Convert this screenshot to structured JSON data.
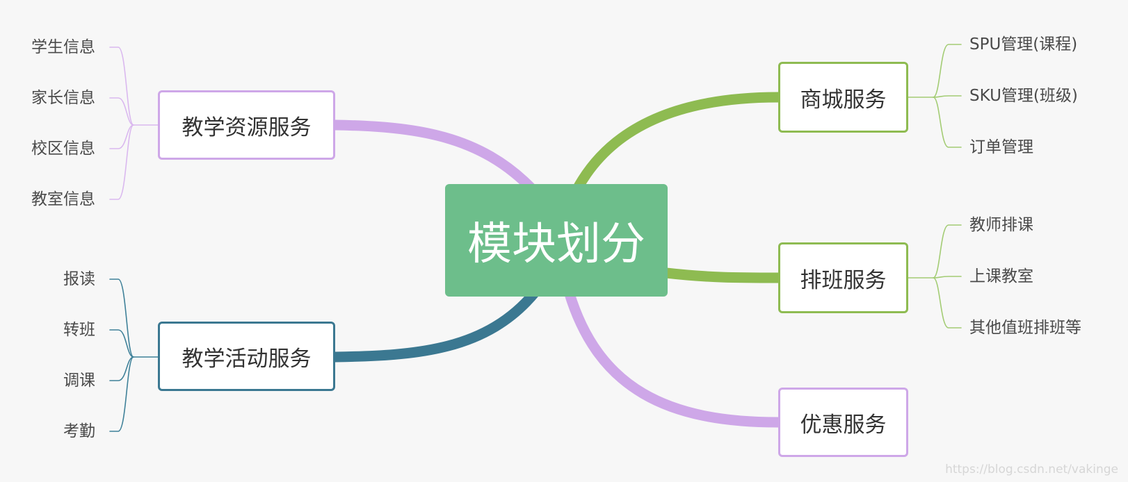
{
  "mindmap": {
    "root": {
      "label": "模块划分",
      "color": "#6dbe8b"
    },
    "branches": [
      {
        "key": "teach_resource",
        "label": "教学资源服务",
        "color": "#cea7e8",
        "leaf_color": "#dab8ef",
        "side": "left",
        "children": [
          "学生信息",
          "家长信息",
          "校区信息",
          "教室信息"
        ]
      },
      {
        "key": "teach_activity",
        "label": "教学活动服务",
        "color": "#3b7891",
        "leaf_color": "#3f8199",
        "side": "left",
        "children": [
          "报读",
          "转班",
          "调课",
          "考勤"
        ]
      },
      {
        "key": "mall",
        "label": "商城服务",
        "color": "#8ebb51",
        "leaf_color": "#a3cc74",
        "side": "right",
        "children": [
          "SPU管理(课程)",
          "SKU管理(班级)",
          "订单管理"
        ]
      },
      {
        "key": "schedule",
        "label": "排班服务",
        "color": "#8ebb51",
        "leaf_color": "#a3cc74",
        "side": "right",
        "children": [
          "教师排课",
          "上课教室",
          "其他值班排班等"
        ]
      },
      {
        "key": "discount",
        "label": "优惠服务",
        "color": "#cea7e8",
        "leaf_color": "#dab8ef",
        "side": "right",
        "children": []
      }
    ]
  },
  "watermark": "https://blog.csdn.net/vakinge"
}
